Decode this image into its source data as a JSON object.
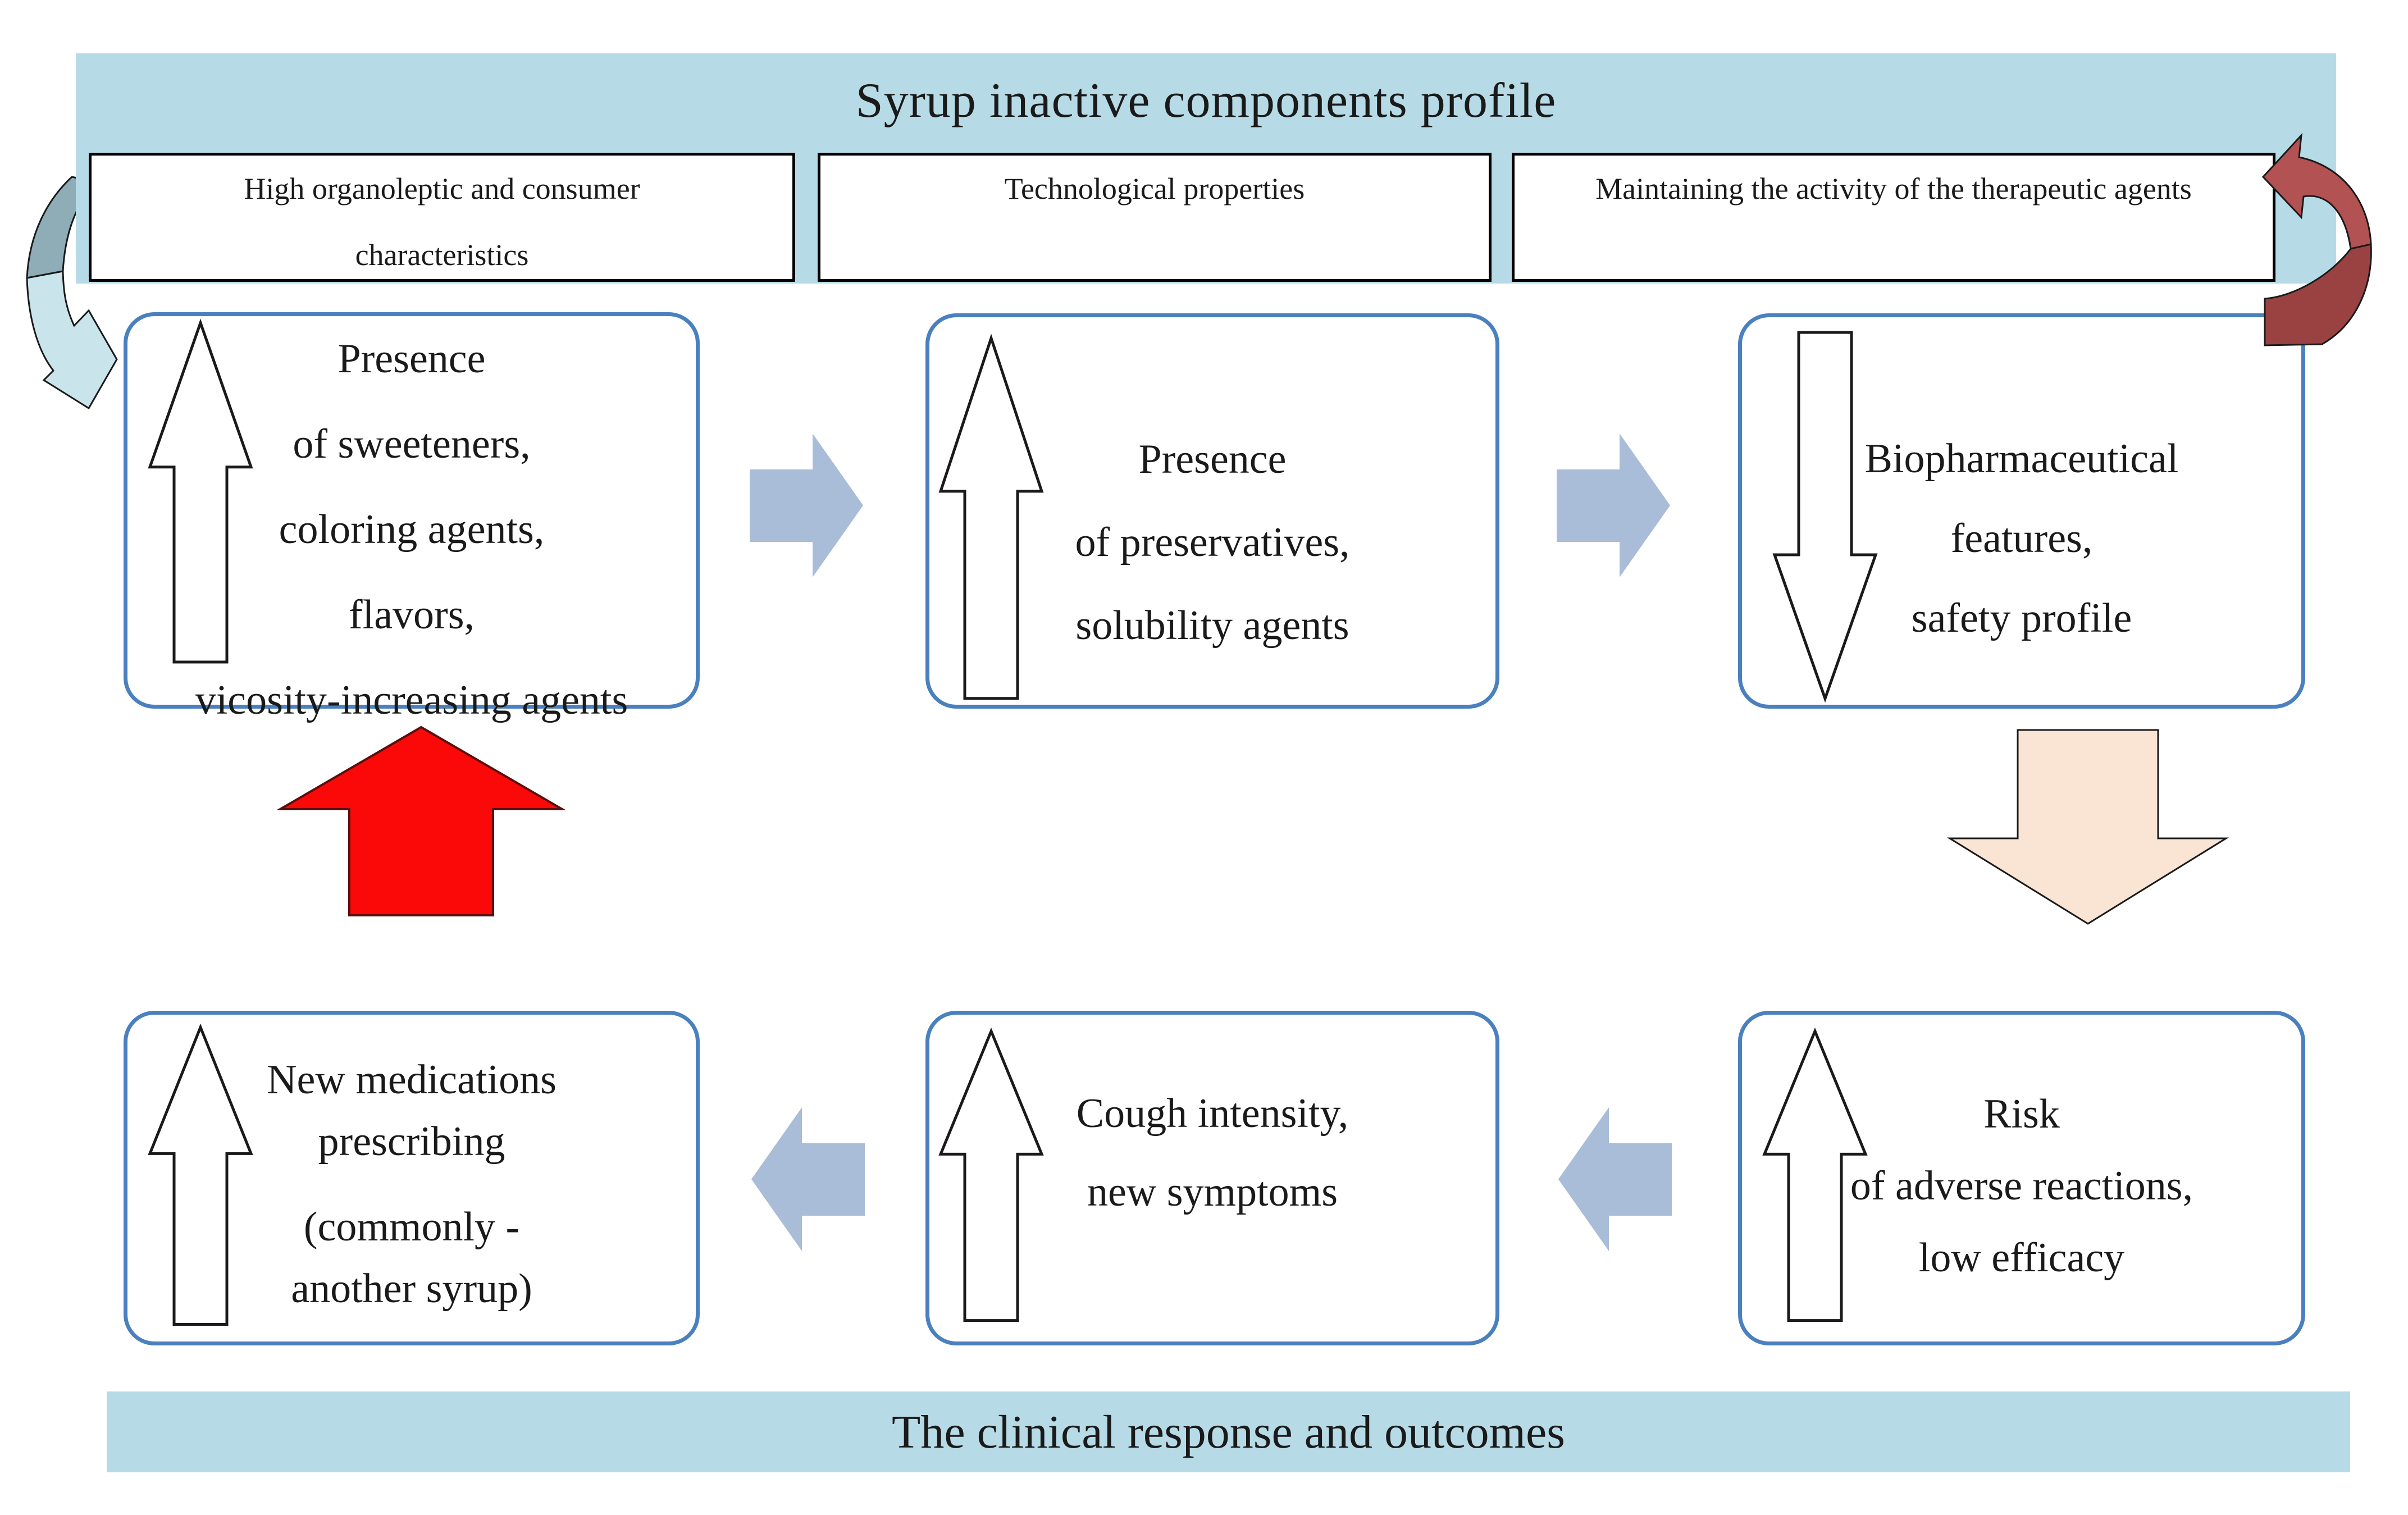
{
  "figure": {
    "kind": "flow-diagram",
    "topic": "syrup inactive components"
  },
  "colors": {
    "banner_bg": "#b7dbe6",
    "box_border": "#4a80bf",
    "flow_arrow": "#a9bcd8",
    "red_arrow": "#fb0808",
    "red_arrow_edge": "#5f0d0d",
    "peach_arrow": "#fae4d3",
    "cyan_dark": "#8fadb6",
    "cyan_light": "#c9e5eb",
    "maroon_light": "#b35252",
    "maroon_dark": "#9a4242",
    "outline": "#1a1a1a",
    "text": "#1a1a1a"
  },
  "top_banner": {
    "title": "Syrup inactive components profile"
  },
  "header_boxes": [
    {
      "lines": [
        "High organoleptic and consumer",
        "characteristics"
      ]
    },
    {
      "lines": [
        "Technological properties"
      ]
    },
    {
      "lines": [
        "Maintaining the activity of the therapeutic agents"
      ]
    }
  ],
  "top_boxes": [
    {
      "trend": "up",
      "lines": [
        "Presence",
        "of sweeteners,",
        "coloring agents,",
        "flavors,",
        "vicosity-increasing agents"
      ]
    },
    {
      "trend": "up",
      "lines": [
        "Presence",
        "of preservatives,",
        "solubility agents"
      ]
    },
    {
      "trend": "down",
      "lines": [
        "Biopharmaceutical",
        "features,",
        "safety profile"
      ]
    }
  ],
  "bottom_boxes": [
    {
      "trend": "up",
      "para1": [
        "New medications",
        "prescribing"
      ],
      "para2": [
        "(commonly -",
        "another syrup)"
      ]
    },
    {
      "trend": "up",
      "lines": [
        "Cough intensity,",
        "new symptoms"
      ]
    },
    {
      "trend": "up",
      "lines": [
        "Risk",
        "of adverse reactions,",
        "low efficacy"
      ]
    }
  ],
  "bottom_banner": {
    "title": "The clinical response and outcomes"
  }
}
